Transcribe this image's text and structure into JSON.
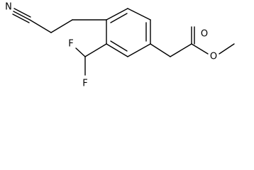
{
  "molecule": {
    "atoms": {
      "nitrile_n": "N",
      "fluorine_top": "F",
      "fluorine_bottom": "F",
      "carbonyl_o": "O",
      "ester_o": "O"
    }
  }
}
